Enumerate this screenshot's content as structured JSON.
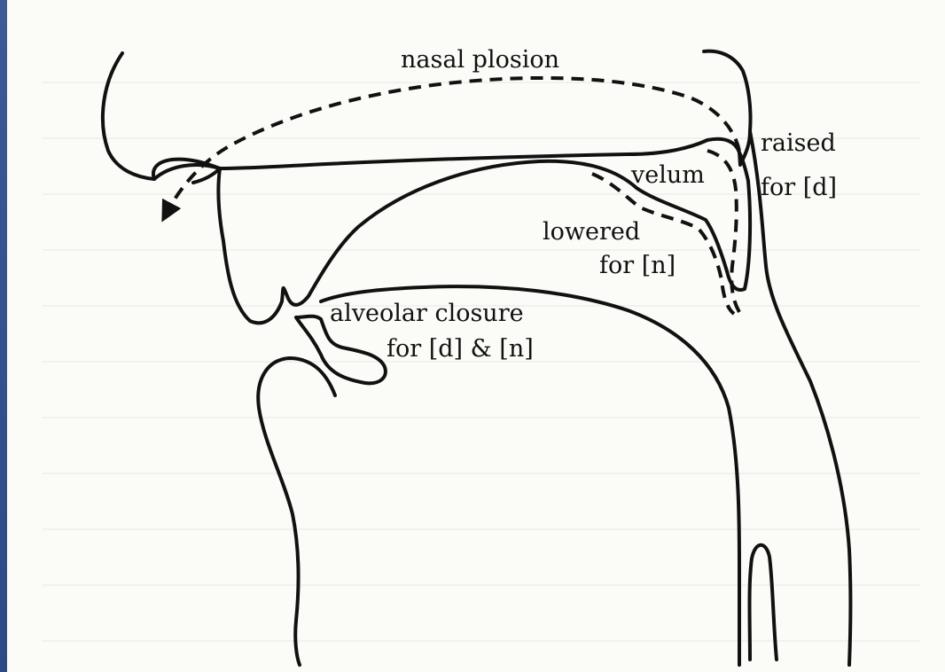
{
  "labels": {
    "nasal_plosion": "nasal plosion",
    "raised_1": "raised",
    "raised_2": "for [d]",
    "velum": "velum",
    "lowered_1": "lowered",
    "lowered_2": "for [n]",
    "alveolar_1": "alveolar closure",
    "alveolar_2": "for [d] & [n]"
  },
  "colors": {
    "background": "#2c4a85",
    "paper": "#fbfbf8",
    "ink": "#111111"
  }
}
